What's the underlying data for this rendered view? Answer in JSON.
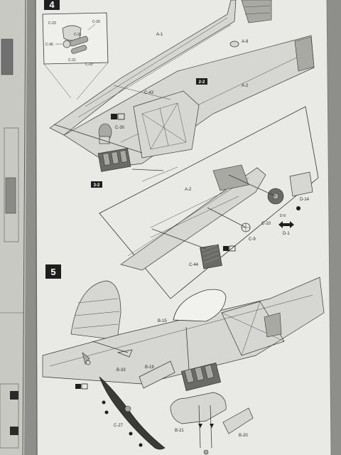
{
  "steps": [
    {
      "number": "4"
    },
    {
      "number": "5"
    }
  ],
  "labels": {
    "a1": "A-1",
    "a2_top": "A-2",
    "a2_mid": "A-2",
    "a8": "A-8",
    "c23": "C-23",
    "c20": "C-20",
    "c36": "C-36",
    "c21a": "C-21",
    "c21b": "C-21",
    "c22": "C-22",
    "c43": "C-43",
    "c30": "C-30",
    "c10": "C-10",
    "c9": "C-9",
    "c44": "C-44",
    "d14": "D-14",
    "d9": "D-9",
    "d1": "D-1",
    "b15": "B-15",
    "b33": "B-33",
    "b19": "B-19",
    "c27": "C-27",
    "b21": "B-21",
    "b20": "B-20"
  },
  "sub_steps": {
    "s22": "2-2",
    "s32": "3-2"
  },
  "icons": [
    "paint-callout-icon",
    "arrow-icon",
    "double-arrow-icon"
  ],
  "colors": {
    "page": "#e9e9e5",
    "ink": "#2b2b2b",
    "step_box": "#1e1e1e",
    "background": "#8e8e8a"
  }
}
